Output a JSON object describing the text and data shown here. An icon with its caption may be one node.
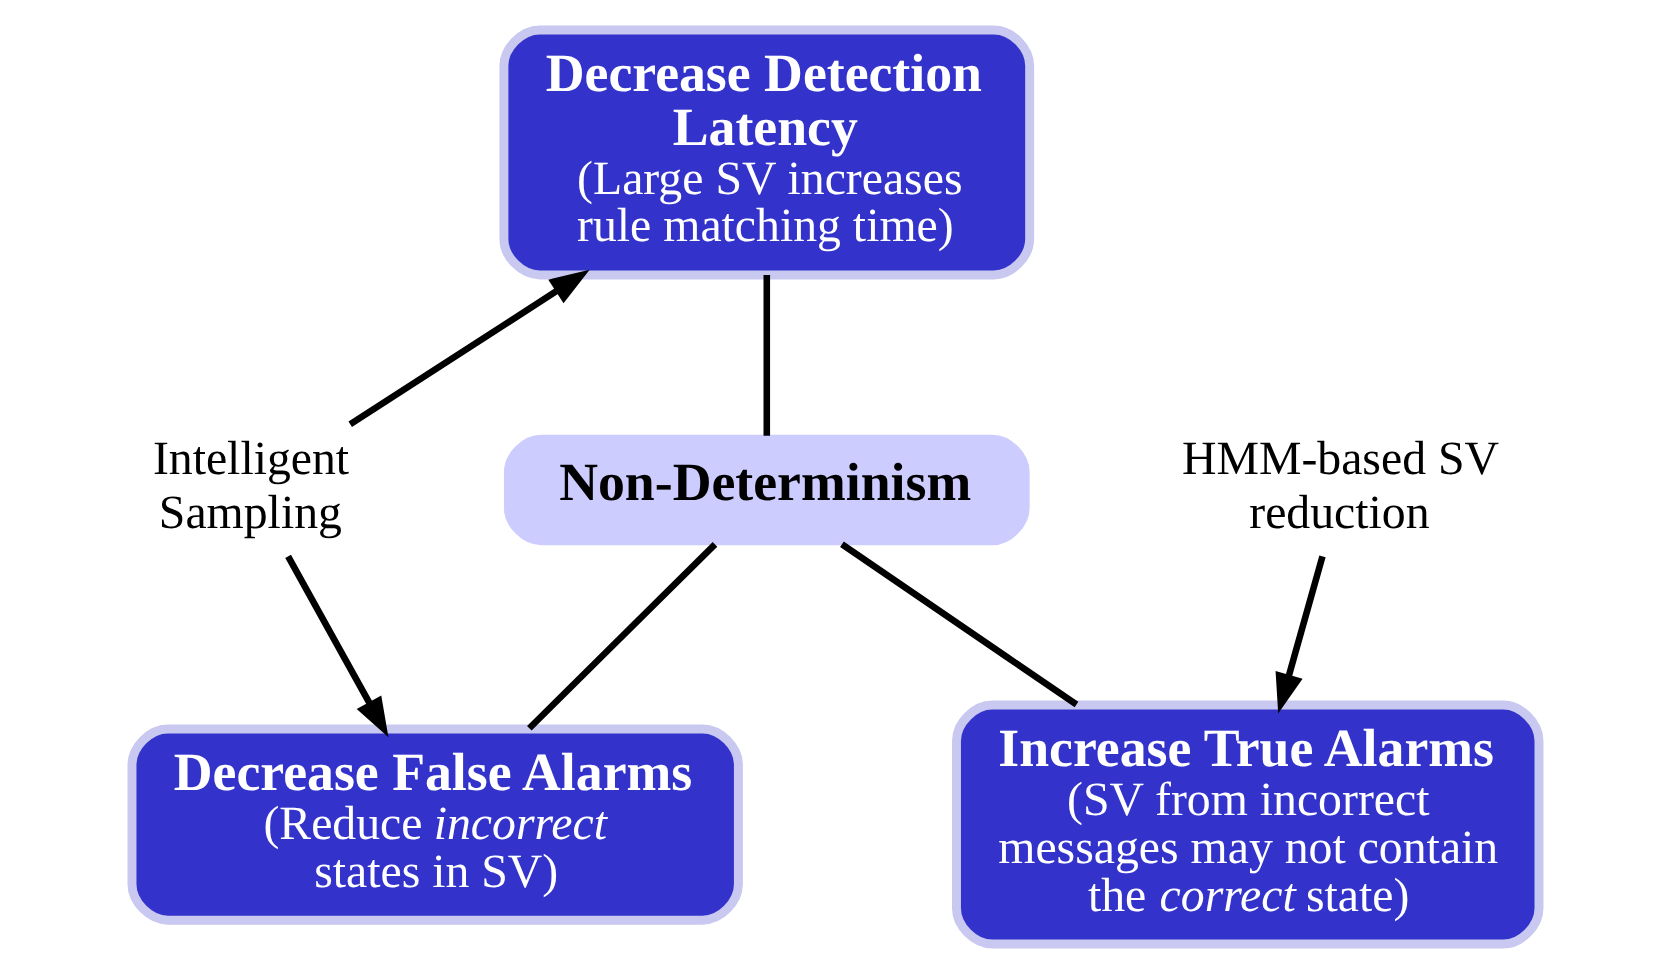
{
  "diagram": {
    "nodes": [
      {
        "text": [
          "Decrease Detection Latency",
          "(Large SV increases rule matching time)"
        ]
      },
      {
        "text": [
          "Intelligent Sampling"
        ]
      },
      {
        "text": [
          "Non-Determinism"
        ]
      },
      {
        "text": [
          "HMM-based SV reduction"
        ]
      },
      {
        "text": [
          "Decrease False Alarms",
          "(Reduce *incorrect* states in SV)"
        ]
      },
      {
        "text": [
          "Increase True Alarms",
          "(SV from incorrect messages may not contain the *correct* state)"
        ]
      }
    ],
    "edges": [
      {
        "from": 0,
        "to": 2,
        "arrow": "none"
      },
      {
        "from": 2,
        "to": 4,
        "arrow": "none"
      },
      {
        "from": 2,
        "to": 5,
        "arrow": "none"
      },
      {
        "from": 1,
        "to": 0,
        "arrow": "to"
      },
      {
        "from": 1,
        "to": 4,
        "arrow": "to"
      },
      {
        "from": 3,
        "to": 5,
        "arrow": "to"
      }
    ]
  }
}
